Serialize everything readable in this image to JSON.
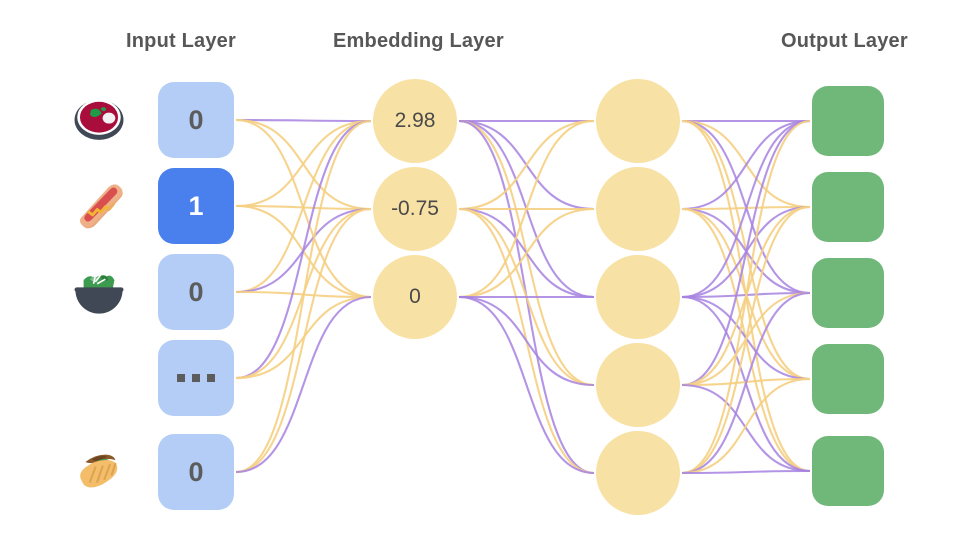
{
  "diagram": {
    "title_input": "Input Layer",
    "title_embedding": "Embedding Layer",
    "title_output": "Output Layer",
    "colors": {
      "input_box": "#b4cdf6",
      "input_box_active": "#4a80ee",
      "node": "#f8e1a4",
      "output_box": "#6fb87a",
      "edge_warm": "#f5cf82",
      "edge_cool": "#a782e0",
      "title_text": "#575757",
      "value_text": "#5c5c5c",
      "background": "#ffffff"
    }
  },
  "input_layer": {
    "label": "Input Layer",
    "nodes": [
      {
        "icon": "stew-bowl-icon",
        "value": "0",
        "active": false
      },
      {
        "icon": "hot-dog-icon",
        "value": "1",
        "active": true
      },
      {
        "icon": "salad-bowl-icon",
        "value": "0",
        "active": false
      },
      {
        "icon": "ellipsis-icon",
        "value": "...",
        "active": false
      },
      {
        "icon": "burrito-icon",
        "value": "0",
        "active": false
      }
    ]
  },
  "embedding_layer": {
    "label": "Embedding Layer",
    "nodes": [
      {
        "value": "2.98"
      },
      {
        "value": "-0.75"
      },
      {
        "value": "0"
      }
    ]
  },
  "hidden_layer": {
    "nodes": [
      {
        "value": ""
      },
      {
        "value": ""
      },
      {
        "value": ""
      },
      {
        "value": ""
      },
      {
        "value": ""
      }
    ]
  },
  "output_layer": {
    "label": "Output Layer",
    "nodes": [
      {
        "value": ""
      },
      {
        "value": ""
      },
      {
        "value": ""
      },
      {
        "value": ""
      },
      {
        "value": ""
      }
    ]
  }
}
